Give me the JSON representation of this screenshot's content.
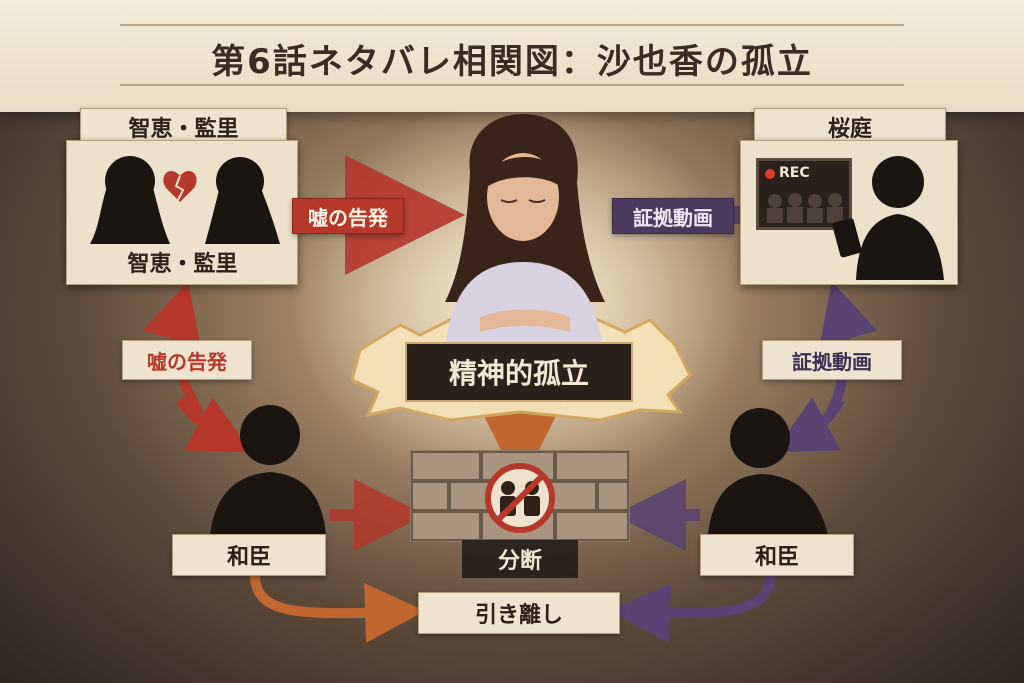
{
  "title": "第6話ネタバレ相関図：沙也香の孤立",
  "nodes": {
    "top_left_header": "智恵・監里",
    "top_left_caption": "智恵・監里",
    "top_right_header": "桜庭",
    "rec_badge": "REC",
    "center_label": "精神的孤立",
    "wall_label": "分断",
    "left_person_label": "和臣",
    "right_person_label": "和臣",
    "bottom_label": "引き離し"
  },
  "edges": {
    "top_left_to_center": "嘘の告発",
    "top_right_to_center": "証拠動画",
    "left_vertical": "嘘の告発",
    "right_vertical": "証拠動画"
  },
  "colors": {
    "red_arrow": "#b5382b",
    "purple_arrow": "#5a4272",
    "orange_arrow": "#c2662f",
    "paper": "#efe3cf",
    "ink": "#2f2119"
  }
}
